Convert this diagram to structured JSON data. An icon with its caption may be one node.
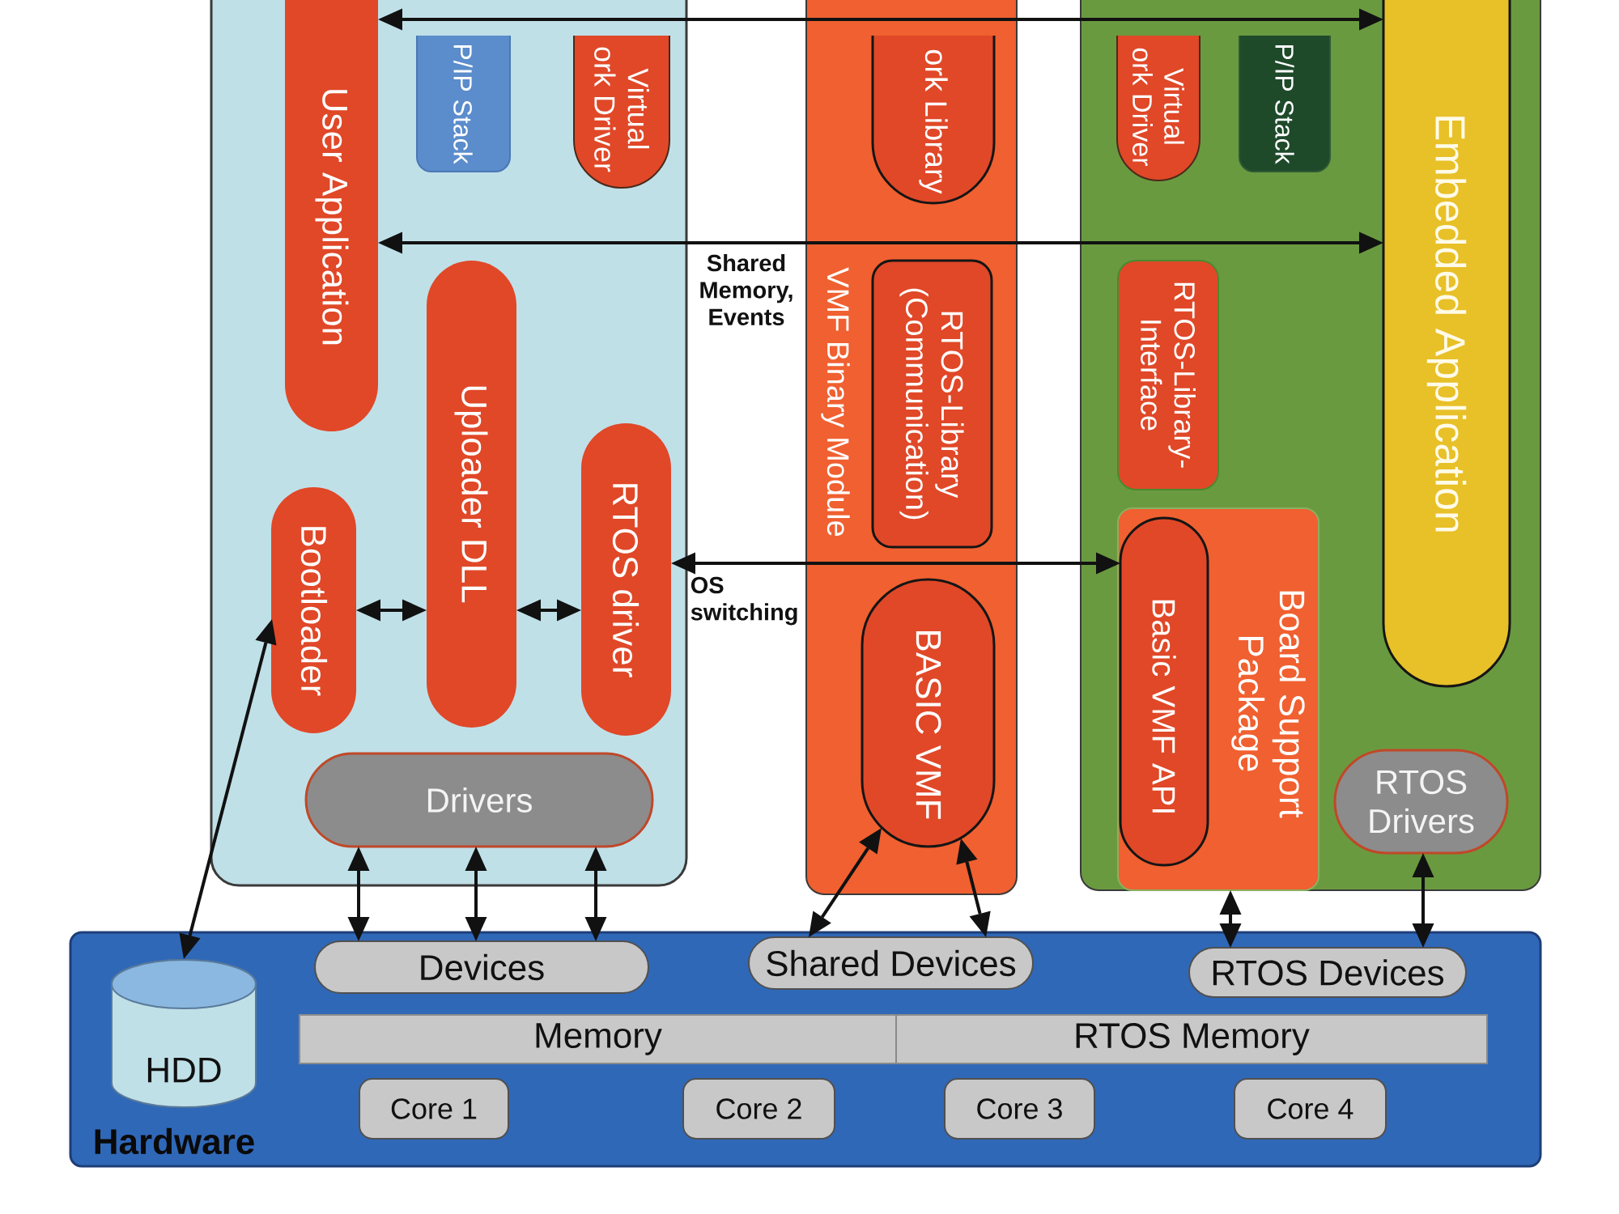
{
  "diagram": {
    "nodes": [
      {
        "text": [],
        "shape": "box"
      },
      {
        "text": [
          "User Application"
        ],
        "in": 0
      },
      {
        "text": [
          "P/IP Stack"
        ],
        "in": 0
      },
      {
        "text": [
          "Virtual ork Driver"
        ],
        "in": 0
      },
      {
        "text": [
          "Uploader DLL"
        ],
        "in": 0
      },
      {
        "text": [
          "Bootloader"
        ],
        "in": 0
      },
      {
        "text": [
          "RTOS driver"
        ],
        "in": 0
      },
      {
        "text": [
          "Drivers"
        ],
        "in": 0
      },
      {
        "text": [
          "VMF Binary Module"
        ]
      },
      {
        "text": [
          "ork Library"
        ],
        "in": 8
      },
      {
        "text": [
          "RTOS-Library (Communication)"
        ],
        "in": 8
      },
      {
        "text": [
          "BASIC VMF"
        ],
        "in": 8
      },
      {
        "text": [],
        "shape": "box"
      },
      {
        "text": [
          "Virtual ork Driver"
        ],
        "in": 12
      },
      {
        "text": [
          "P/IP Stack"
        ],
        "in": 12
      },
      {
        "text": [
          "RTOS-Library- Interface"
        ],
        "in": 12
      },
      {
        "text": [
          "Embedded Application"
        ],
        "in": 12
      },
      {
        "text": [
          "Board Support Package"
        ],
        "in": 12
      },
      {
        "text": [
          "Basic VMF API"
        ],
        "in": 17
      },
      {
        "text": [
          "RTOS Drivers"
        ],
        "in": 12
      },
      {
        "text": [
          "Hardware"
        ]
      },
      {
        "text": [
          "HDD"
        ],
        "in": 20
      },
      {
        "text": [
          "Devices"
        ],
        "in": 20
      },
      {
        "text": [
          "Shared Devices"
        ],
        "in": 20
      },
      {
        "text": [
          "RTOS Devices"
        ],
        "in": 20
      },
      {
        "text": [
          "Memory"
        ],
        "in": 20
      },
      {
        "text": [
          "RTOS Memory"
        ],
        "in": 20
      },
      {
        "text": [
          "Core 1"
        ],
        "in": 20
      },
      {
        "text": [
          "Core 2"
        ],
        "in": 20
      },
      {
        "text": [
          "Core 3"
        ],
        "in": 20
      },
      {
        "text": [
          "Core 4"
        ],
        "in": 20
      }
    ],
    "edges": [
      {
        "from": 1,
        "to": 16,
        "arrow": "both"
      },
      {
        "from": 1,
        "to": 16,
        "arrow": "both",
        "label": "Shared Memory, Events"
      },
      {
        "from": 5,
        "to": 4,
        "arrow": "both"
      },
      {
        "from": 4,
        "to": 6,
        "arrow": "both"
      },
      {
        "from": 6,
        "to": 18,
        "arrow": "both",
        "label": "OS switching"
      },
      {
        "from": 21,
        "to": 5,
        "arrow": "both"
      },
      {
        "from": 7,
        "to": 22,
        "arrow": "both"
      },
      {
        "from": 7,
        "to": 22,
        "arrow": "both"
      },
      {
        "from": 7,
        "to": 22,
        "arrow": "both"
      },
      {
        "from": 11,
        "to": 23,
        "arrow": "both"
      },
      {
        "from": 11,
        "to": 23,
        "arrow": "both"
      },
      {
        "from": 17,
        "to": 24,
        "arrow": "both"
      },
      {
        "from": 19,
        "to": 24,
        "arrow": "both"
      }
    ]
  }
}
